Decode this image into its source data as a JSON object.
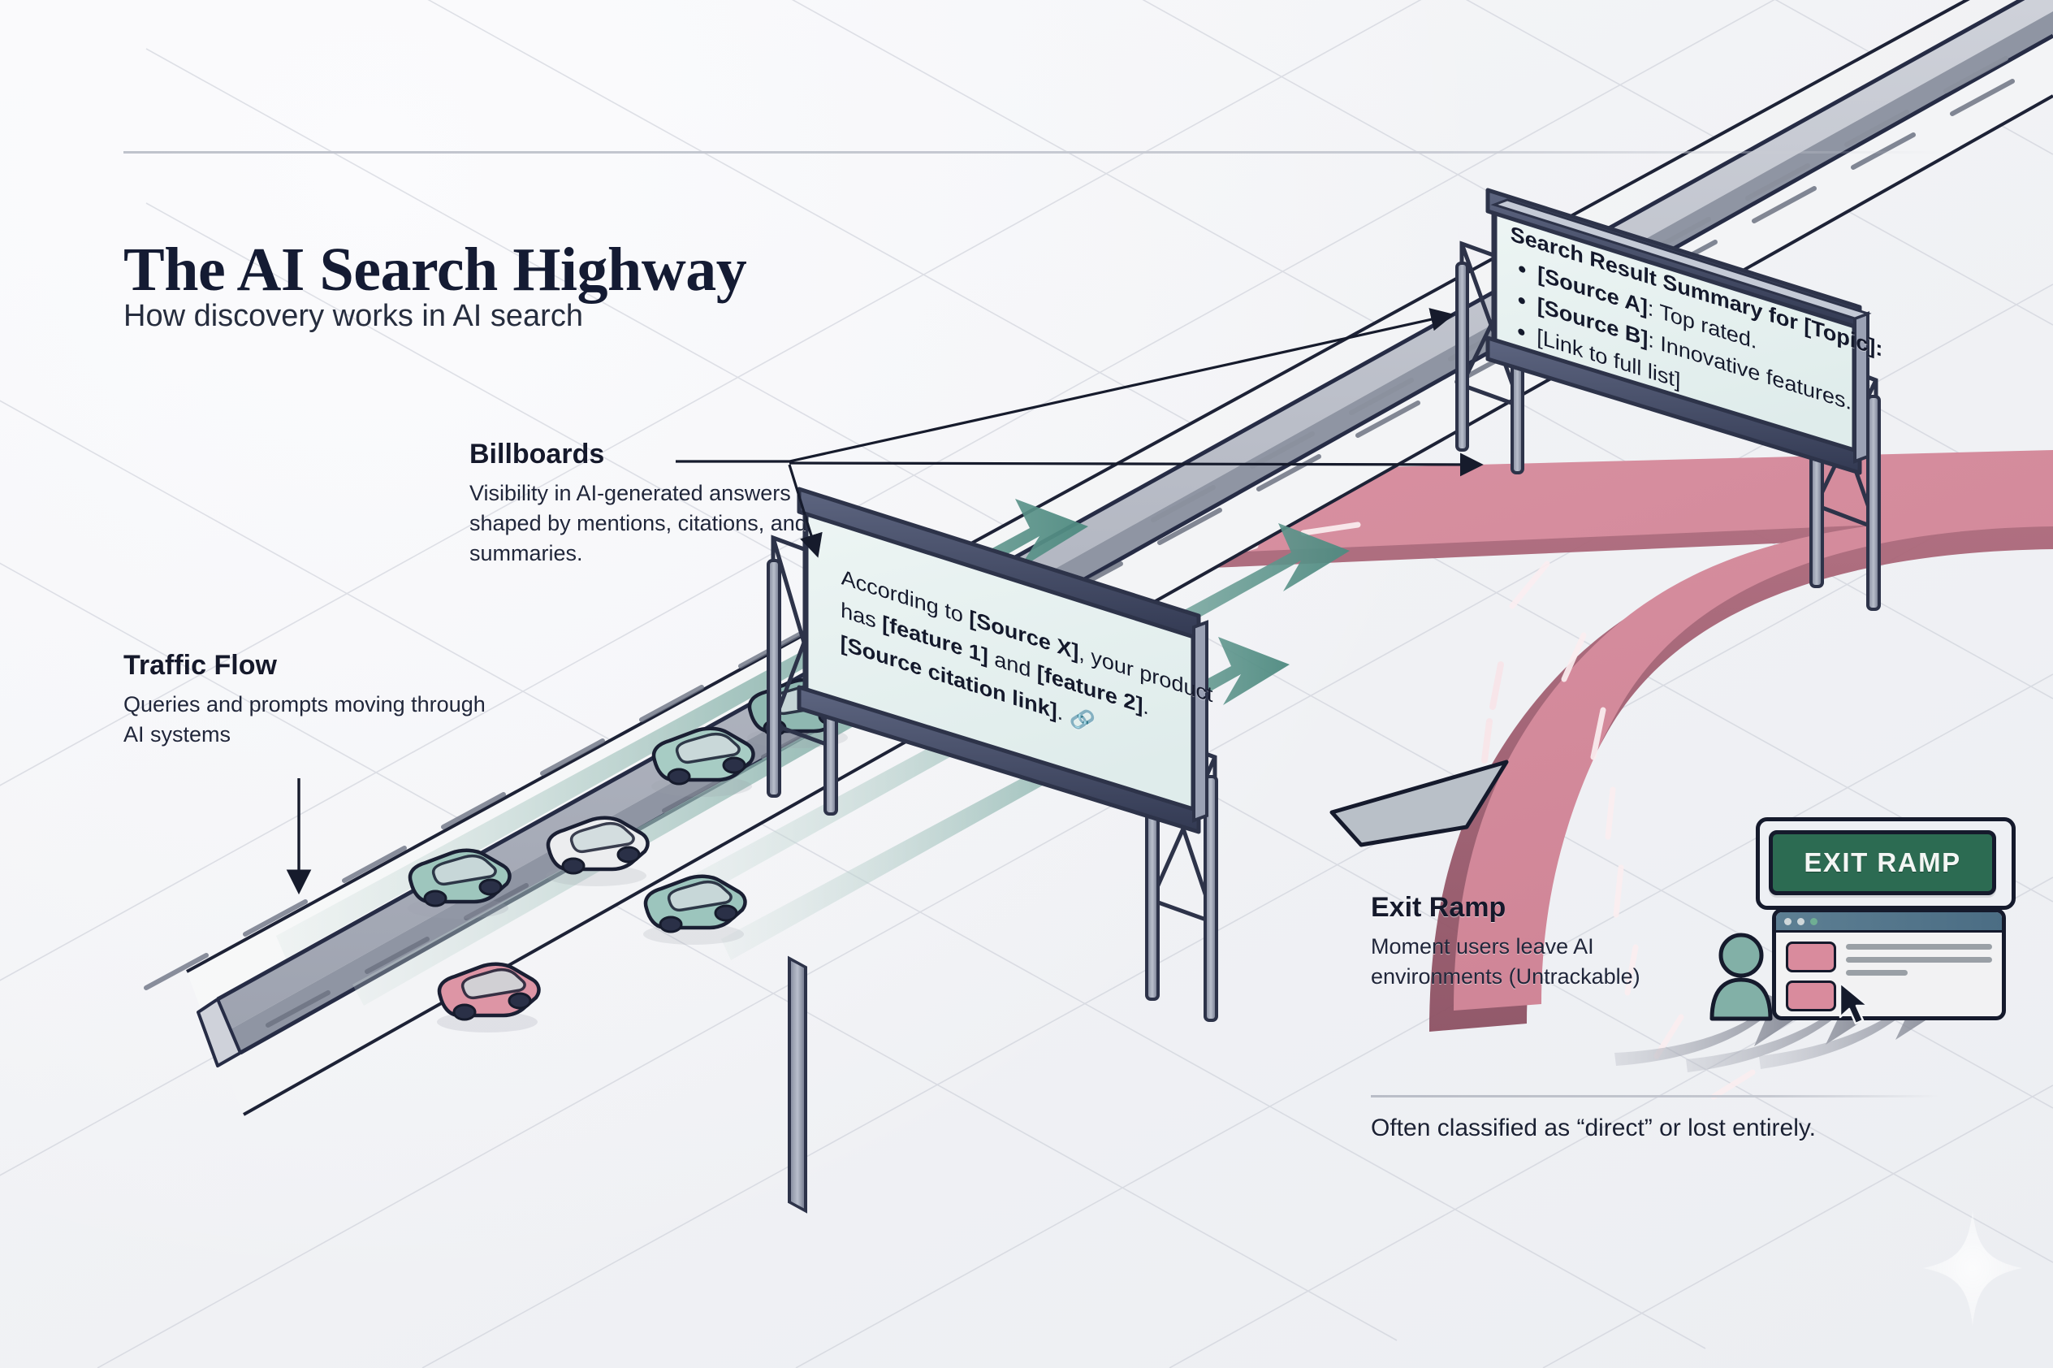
{
  "header": {
    "title": "The AI Search Highway",
    "subtitle": "How discovery works in AI search"
  },
  "annotations": {
    "billboards": {
      "heading": "Billboards",
      "body": "Visibility in AI-generated answers shaped by mentions, citations, and summaries."
    },
    "traffic_flow": {
      "heading": "Traffic Flow",
      "body": "Queries and prompts moving through AI systems"
    },
    "exit_ramp": {
      "heading": "Exit Ramp",
      "body": "Moment users leave AI environments (Untrackable)",
      "footnote": "Often classified as “direct” or lost entirely."
    }
  },
  "billboard_top": {
    "heading": "Search Result Summary for [Topic]:",
    "bullets": [
      {
        "source": "[Source A]",
        "text": ": Top rated."
      },
      {
        "source": "[Source B]",
        "text": ": Innovative features."
      },
      {
        "source": "",
        "text": "[Link to full list]"
      }
    ]
  },
  "billboard_lower": {
    "line1_pre": "According to ",
    "line1_strong": "[Source X]",
    "line1_post": ", your product",
    "line2_pre": "has ",
    "line2_strong1": "[feature 1]",
    "line2_mid": " and ",
    "line2_strong2": "[feature 2]",
    "line2_post": ".",
    "line3_strong": "[Source citation link]",
    "line3_post": ".",
    "link_icon": "link-icon"
  },
  "exit_sign": {
    "label": "EXIT RAMP"
  },
  "icons": {
    "sparkle": "sparkle-icon",
    "person": "person-icon",
    "cursor": "cursor-arrow-icon",
    "link": "link-icon",
    "down_arrow": "down-arrow-icon"
  },
  "colors": {
    "background": "#f1f2f5",
    "title": "#141b33",
    "road": "#f5f6f7",
    "road_edge": "#1d2236",
    "ramp_pink": "#d3889a",
    "ramp_pink_dark": "#a85f72",
    "flow_teal": "#5f9b92",
    "exit_sign_green": "#2c6b52",
    "billboard_face": "#e9f2f1",
    "billboard_frame": "#3a415c",
    "car_teal": "#9bc2bb",
    "car_pink": "#dc97a7",
    "car_white": "#eceef0",
    "grid_line": "#c9ccd6"
  }
}
